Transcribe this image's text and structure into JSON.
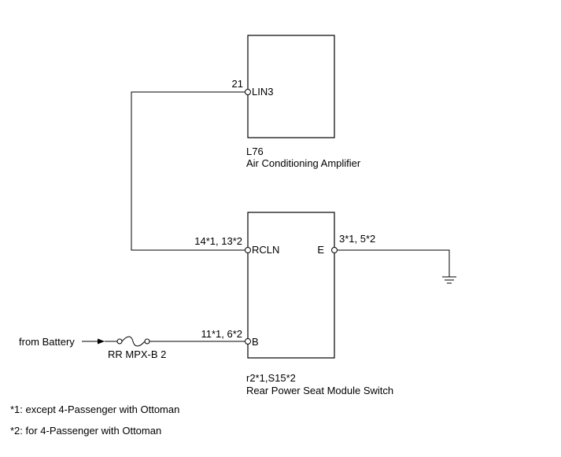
{
  "components": {
    "air_conditioning_amplifier": {
      "code": "L76",
      "name": "Air Conditioning Amplifier",
      "pins": {
        "lin3": {
          "number": "21",
          "label": "LIN3"
        }
      }
    },
    "rear_power_seat_module_switch": {
      "code": "r2*1,S15*2",
      "name": "Rear Power Seat Module Switch",
      "pins": {
        "rcln": {
          "number": "14*1, 13*2",
          "label": "RCLN"
        },
        "e": {
          "number": "3*1, 5*2",
          "label": "E"
        },
        "b": {
          "number": "11*1, 6*2",
          "label": "B"
        }
      }
    }
  },
  "power_source": {
    "label": "from Battery"
  },
  "fuse": {
    "label": "RR MPX-B 2"
  },
  "footnotes": [
    "*1: except 4-Passenger with Ottoman",
    "*2: for 4-Passenger with Ottoman"
  ]
}
